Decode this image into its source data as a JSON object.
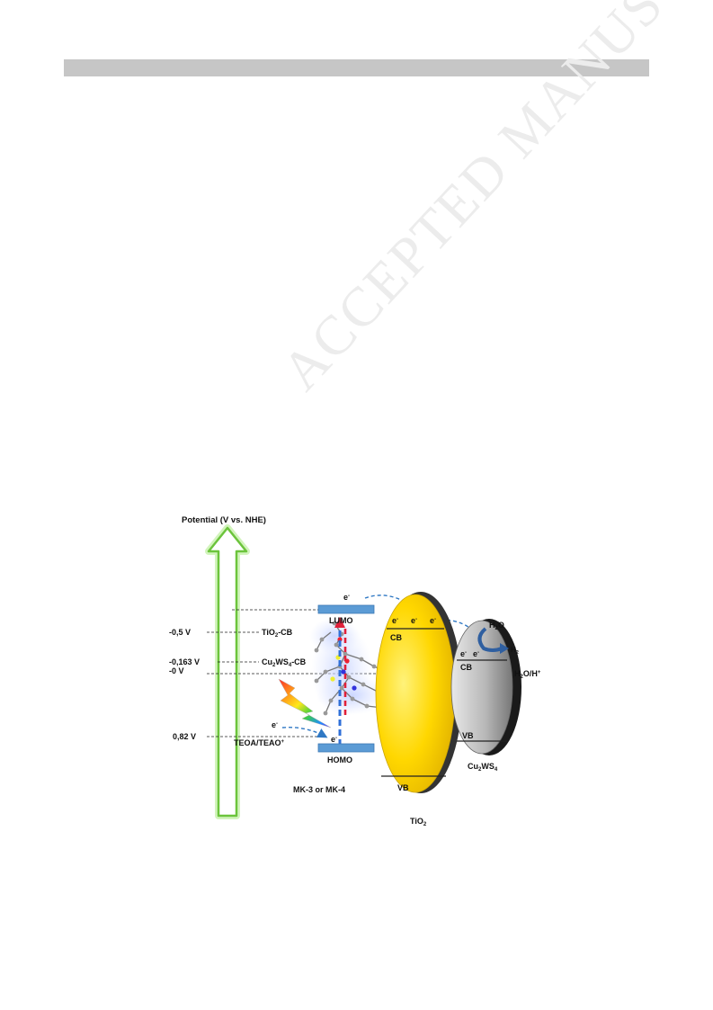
{
  "watermark": "ACCEPTED MANUSCRIPT",
  "diagram": {
    "axis_title": "Potential (V vs. NHE)",
    "levels": [
      {
        "value": "-0,5 V",
        "label": "TiO",
        "sub": "2",
        "rest": "-CB"
      },
      {
        "value": "-0,163 V",
        "label": "Cu",
        "sub": "2",
        "mid": "WS",
        "sub2": "4",
        "rest": "-CB"
      },
      {
        "value": "-0 V"
      },
      {
        "value": "0,82 V",
        "label": "TEOA/TEAO",
        "sup": "+"
      }
    ],
    "lumo": "LUMO",
    "homo": "HOMO",
    "electron": "e",
    "electron_sup": "-",
    "dye": "MK-3 or MK-4",
    "tio2": {
      "cb": "CB",
      "vb": "VB",
      "name": "TiO",
      "sub": "2"
    },
    "cu2ws4": {
      "cb": "CB",
      "vb": "VB",
      "name_a": "Cu",
      "sub_a": "2",
      "name_b": "WS",
      "sub_b": "4"
    },
    "h2o": {
      "a": "H",
      "sub": "2",
      "b": "O"
    },
    "h2": {
      "a": "H",
      "sub": "2"
    },
    "h2o_h": {
      "a": "H",
      "sub": "2",
      "b": "O/H",
      "sup": "+"
    },
    "colors": {
      "tio2": "#ffd700",
      "arrow_green": "#8bdc5a",
      "cu2ws4": "#b0b0b0",
      "orbital": "#5b9bd5",
      "electron_arrow": "#2f78c4"
    }
  }
}
